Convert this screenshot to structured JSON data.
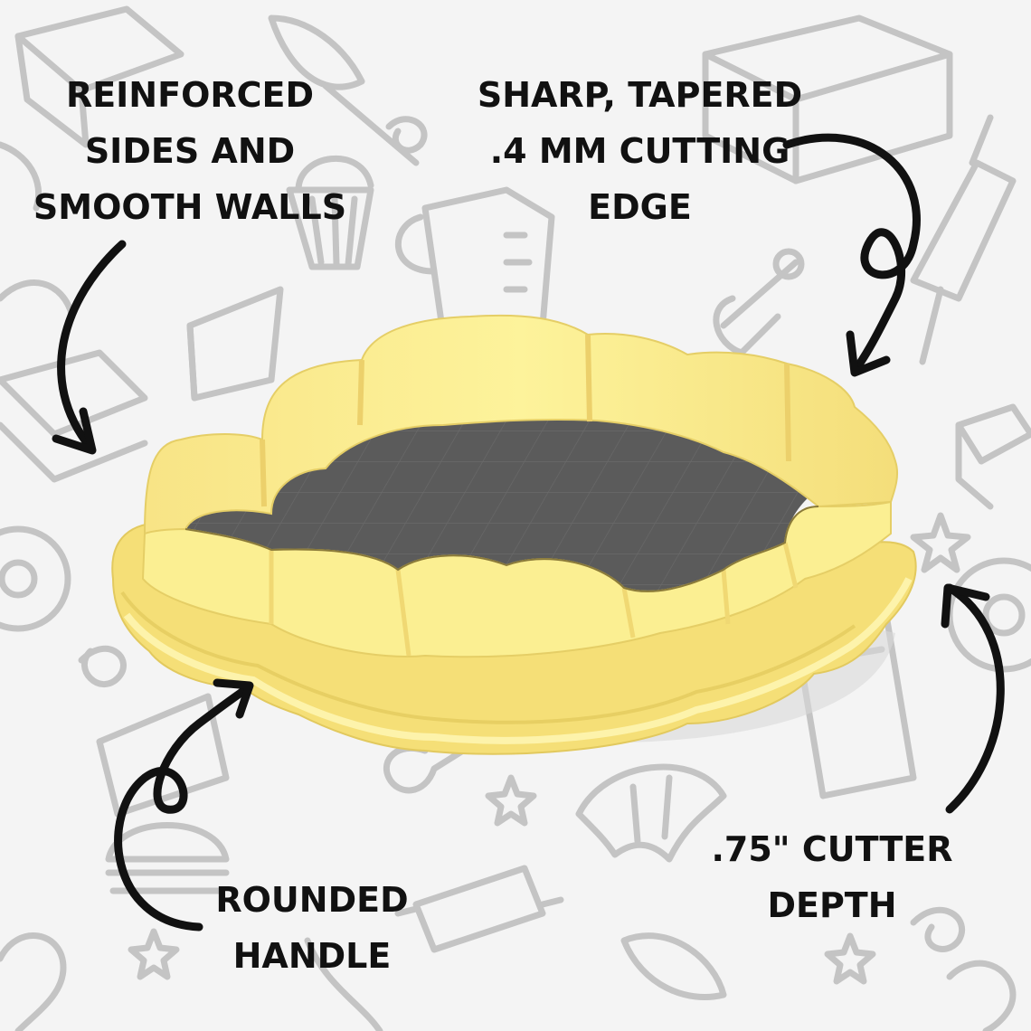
{
  "callouts": {
    "reinforced": [
      "REINFORCED",
      "SIDES AND",
      "SMOOTH WALLS"
    ],
    "sharp": [
      "SHARP, TAPERED",
      ".4 MM CUTTING",
      "EDGE"
    ],
    "rounded": [
      "ROUNDED",
      "HANDLE"
    ],
    "depth": [
      ".75\" CUTTER",
      "DEPTH"
    ]
  },
  "colors": {
    "background": "#f4f4f4",
    "doodle_stroke": "#c4c4c4",
    "cutter_yellow": "#fbef92",
    "cutter_shadow": "#e9d36a",
    "cutter_inner_wall": "#f3dd77",
    "base_gray": "#5b5b5b",
    "grid_line": "#6d6d6d",
    "arrow": "#111111",
    "text": "#111111"
  },
  "icons": [
    "whisk-icon",
    "cupcake-icon",
    "measuring-jug-icon",
    "rolling-pin-icon",
    "donut-icon",
    "croissant-icon",
    "cake-slice-icon",
    "bottle-icon",
    "star-icon",
    "burger-icon"
  ]
}
